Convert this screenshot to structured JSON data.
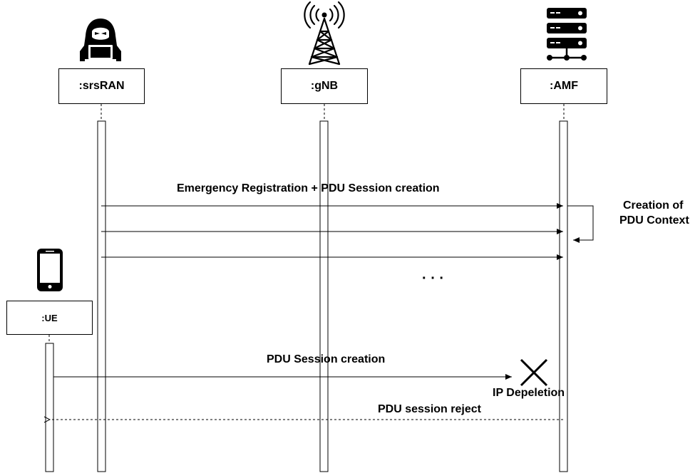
{
  "participants": {
    "srsran": {
      "label": ":srsRAN",
      "icon": "hacker-icon"
    },
    "gnb": {
      "label": ":gNB",
      "icon": "cell-tower-icon"
    },
    "amf": {
      "label": ":AMF",
      "icon": "server-rack-icon"
    },
    "ue": {
      "label": ":UE",
      "icon": "smartphone-icon"
    }
  },
  "messages": {
    "emergency_registration": "Emergency Registration + PDU Session creation",
    "pdu_session_creation": "PDU Session creation",
    "pdu_session_reject": "PDU session reject"
  },
  "notes": {
    "creation_line1": "Creation of",
    "creation_line2": "PDU Context",
    "ellipsis": "· · ·",
    "ip_depletion": "IP Depeletion"
  }
}
